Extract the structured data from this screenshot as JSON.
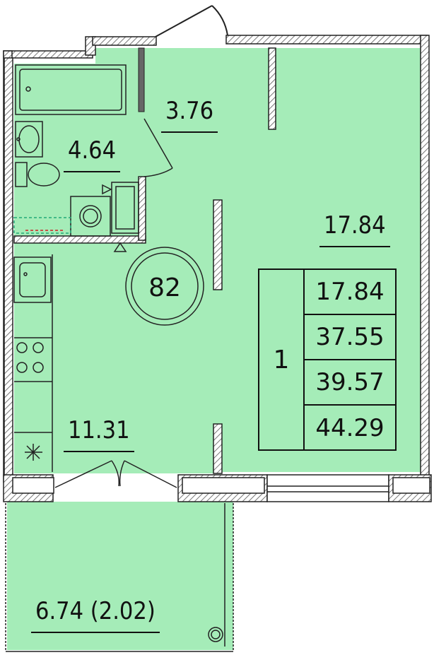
{
  "plan": {
    "apartment_number": "82",
    "rooms_count": "1",
    "summary_areas": [
      "17.84",
      "37.55",
      "39.57",
      "44.29"
    ],
    "rooms": {
      "living_room": "17.84",
      "hallway": "3.76",
      "bathroom": "4.64",
      "kitchen": "11.31",
      "balcony": "6.74 (2.02)"
    },
    "colors": {
      "floor": "#a5ecb8",
      "wall_hatch": "#7a7a7a",
      "line": "#111111"
    }
  }
}
